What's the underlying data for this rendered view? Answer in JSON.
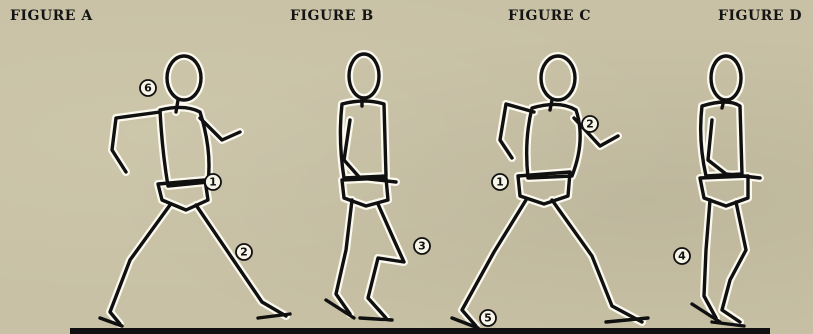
{
  "figures": [
    {
      "label": "FIGURE A",
      "callouts": [
        "6",
        "1",
        "2"
      ]
    },
    {
      "label": "FIGURE B",
      "callouts": [
        "3"
      ]
    },
    {
      "label": "FIGURE C",
      "callouts": [
        "1",
        "2",
        "5"
      ]
    },
    {
      "label": "FIGURE D",
      "callouts": [
        "4"
      ]
    }
  ],
  "colors": {
    "paper": "#c8c1a5",
    "ink": "#101010",
    "halo": "#fbf8ee"
  }
}
